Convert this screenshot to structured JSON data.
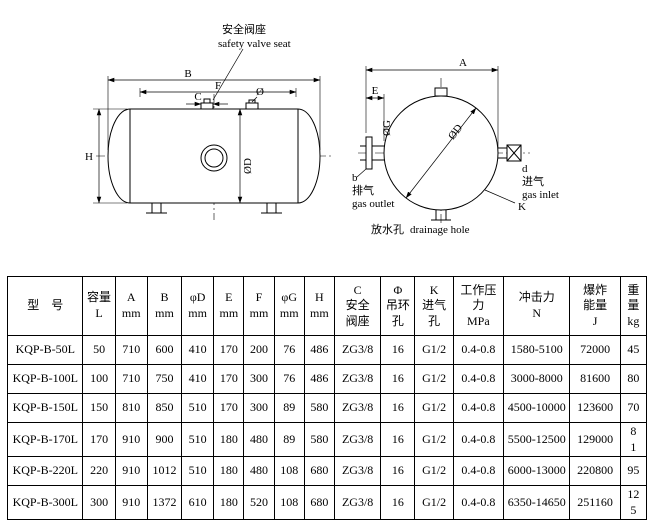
{
  "page": {
    "background": "#ffffff",
    "line_color": "#000000"
  },
  "drawing_left": {
    "safety_valve_cn": "安全阀座",
    "safety_valve_en": "safety valve seat",
    "dim_b": "B",
    "dim_f": "F",
    "dim_c": "C",
    "dim_phi": "Ø",
    "dim_h": "H",
    "dim_od": "ØD"
  },
  "drawing_right": {
    "dim_a": "A",
    "dim_e": "E",
    "dim_og": "ØG",
    "dim_od": "ØD",
    "outlet_letter": "b",
    "outlet_cn": "排气",
    "outlet_en": "gas outlet",
    "inlet_letter": "d",
    "inlet_cn": "进气",
    "inlet_en": "gas inlet",
    "dim_k": "K",
    "drain_cn": "放水孔",
    "drain_en": "drainage hole"
  },
  "table": {
    "headers": [
      "型　号",
      "容量\nL",
      "A\nmm",
      "B\nmm",
      "φD\nmm",
      "E\nmm",
      "F\nmm",
      "φG\nmm",
      "H\nmm",
      "C\n安全\n阀座",
      "Φ\n吊环\n孔",
      "K\n进气\n孔",
      "工作压\n力\nMPa",
      "冲击力\nN",
      "爆炸\n能量\nJ",
      "重\n量\nkg"
    ],
    "rows": [
      [
        "KQP-B-50L",
        "50",
        "710",
        "600",
        "410",
        "170",
        "200",
        "76",
        "486",
        "ZG3/8",
        "16",
        "G1/2",
        "0.4-0.8",
        "1580-5100",
        "72000",
        "45"
      ],
      [
        "KQP-B-100L",
        "100",
        "710",
        "750",
        "410",
        "170",
        "300",
        "76",
        "486",
        "ZG3/8",
        "16",
        "G1/2",
        "0.4-0.8",
        "3000-8000",
        "81600",
        "80"
      ],
      [
        "KQP-B-150L",
        "150",
        "810",
        "850",
        "510",
        "170",
        "300",
        "89",
        "580",
        "ZG3/8",
        "16",
        "G1/2",
        "0.4-0.8",
        "4500-10000",
        "123600",
        "70"
      ],
      [
        "KQP-B-170L",
        "170",
        "910",
        "900",
        "510",
        "180",
        "480",
        "89",
        "580",
        "ZG3/8",
        "16",
        "G1/2",
        "0.4-0.8",
        "5500-12500",
        "129000",
        "8\n1"
      ],
      [
        "KQP-B-220L",
        "220",
        "910",
        "1012",
        "510",
        "180",
        "480",
        "108",
        "680",
        "ZG3/8",
        "16",
        "G1/2",
        "0.4-0.8",
        "6000-13000",
        "220800",
        "95"
      ],
      [
        "KQP-B-300L",
        "300",
        "910",
        "1372",
        "610",
        "180",
        "520",
        "108",
        "680",
        "ZG3/8",
        "16",
        "G1/2",
        "0.4-0.8",
        "6350-14650",
        "251160",
        "12\n5"
      ]
    ]
  }
}
